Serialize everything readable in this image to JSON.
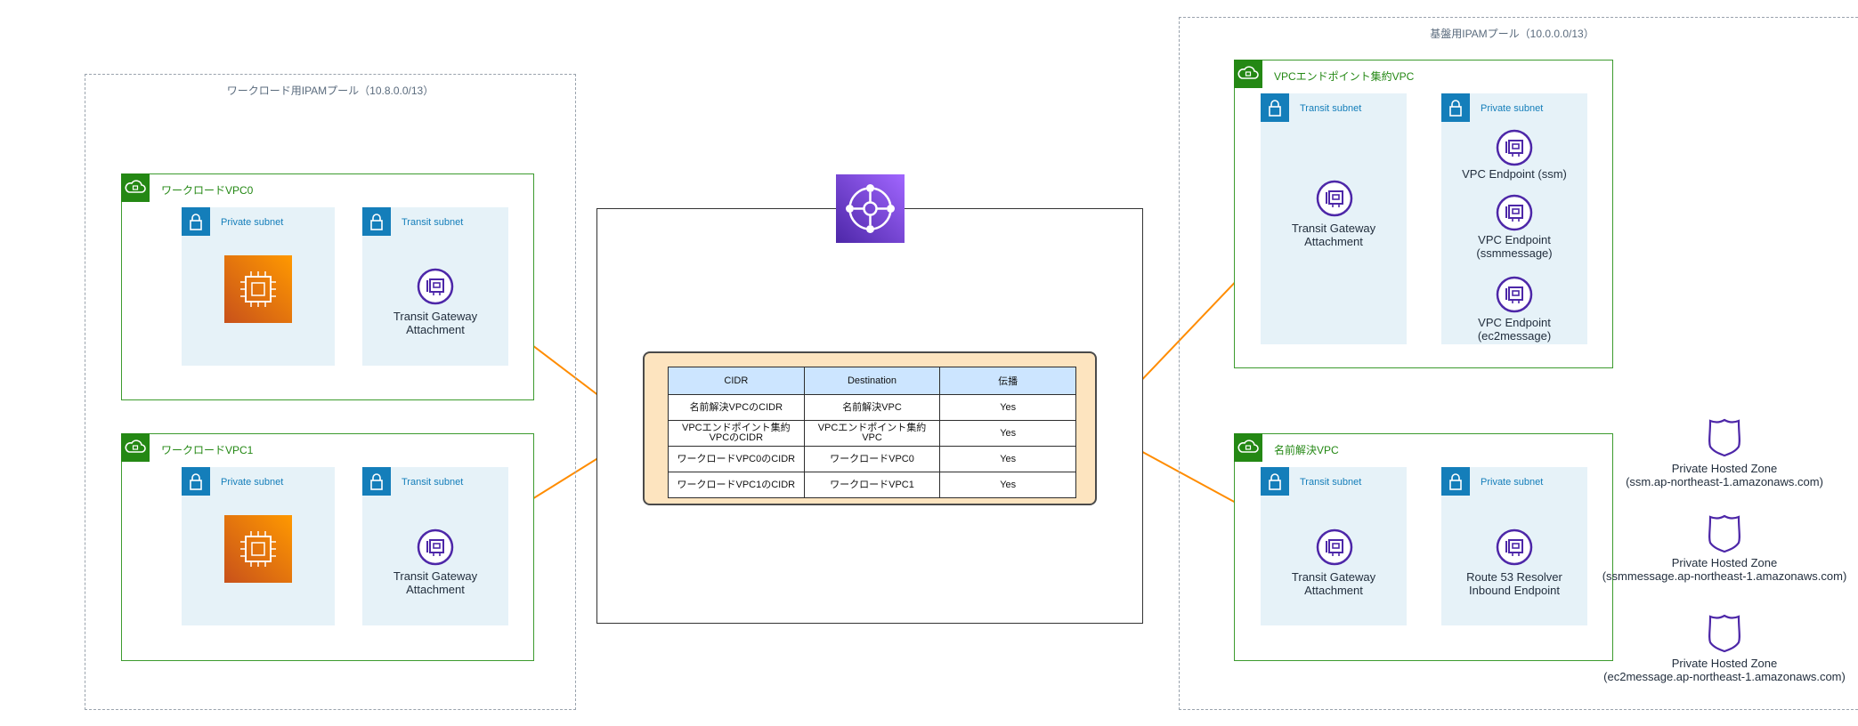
{
  "workload_pool": {
    "title": "ワークロード用IPAMプール（10.8.0.0/13）"
  },
  "base_pool": {
    "title": "基盤用IPAMプール（10.0.0.0/13）"
  },
  "vpc0": {
    "title": "ワークロードVPC0",
    "private_subnet": "Private subnet",
    "transit_subnet": "Transit subnet",
    "tgw_attachment_label": "Transit Gateway\nAttachment"
  },
  "vpc1": {
    "title": "ワークロードVPC1",
    "private_subnet": "Private subnet",
    "transit_subnet": "Transit subnet",
    "tgw_attachment_label": "Transit Gateway\nAttachment"
  },
  "endpoint_vpc": {
    "title": "VPCエンドポイント集約VPC",
    "transit_subnet": "Transit subnet",
    "private_subnet": "Private subnet",
    "tgw_attachment_label": "Transit Gateway\nAttachment",
    "endpoints": [
      "VPC Endpoint (ssm)",
      "VPC Endpoint\n(ssmmessage)",
      "VPC Endpoint\n(ec2message)"
    ]
  },
  "resolve_vpc": {
    "title": "名前解決VPC",
    "transit_subnet": "Transit subnet",
    "private_subnet": "Private subnet",
    "tgw_attachment_label": "Transit Gateway\nAttachment",
    "resolver_label": "Route 53 Resolver\nInbound Endpoint"
  },
  "hosted_zones": [
    "Private Hosted Zone\n(ssm.ap-northeast-1.amazonaws.com)",
    "Private Hosted Zone\n(ssmmessage.ap-northeast-1.amazonaws.com)",
    "Private Hosted Zone\n(ec2message.ap-northeast-1.amazonaws.com)"
  ],
  "route_table": {
    "headers": [
      "CIDR",
      "Destination",
      "伝播"
    ],
    "rows": [
      [
        "名前解決VPCのCIDR",
        "名前解決VPC",
        "Yes"
      ],
      [
        "VPCエンドポイント集約\nVPCのCIDR",
        "VPCエンドポイント集約\nVPC",
        "Yes"
      ],
      [
        "ワークロードVPC0のCIDR",
        "ワークロードVPC0",
        "Yes"
      ],
      [
        "ワークロードVPC1のCIDR",
        "ワークロードVPC1",
        "Yes"
      ]
    ]
  },
  "colors": {
    "vpc_green": "#248814",
    "subnet_blue": "#147eba",
    "subnet_fill": "#e6f2f8",
    "connector_orange": "#ff8c00",
    "icon_purple": "#4d27a8",
    "table_header": "#cce5ff",
    "table_frame": "#fde4bf"
  }
}
